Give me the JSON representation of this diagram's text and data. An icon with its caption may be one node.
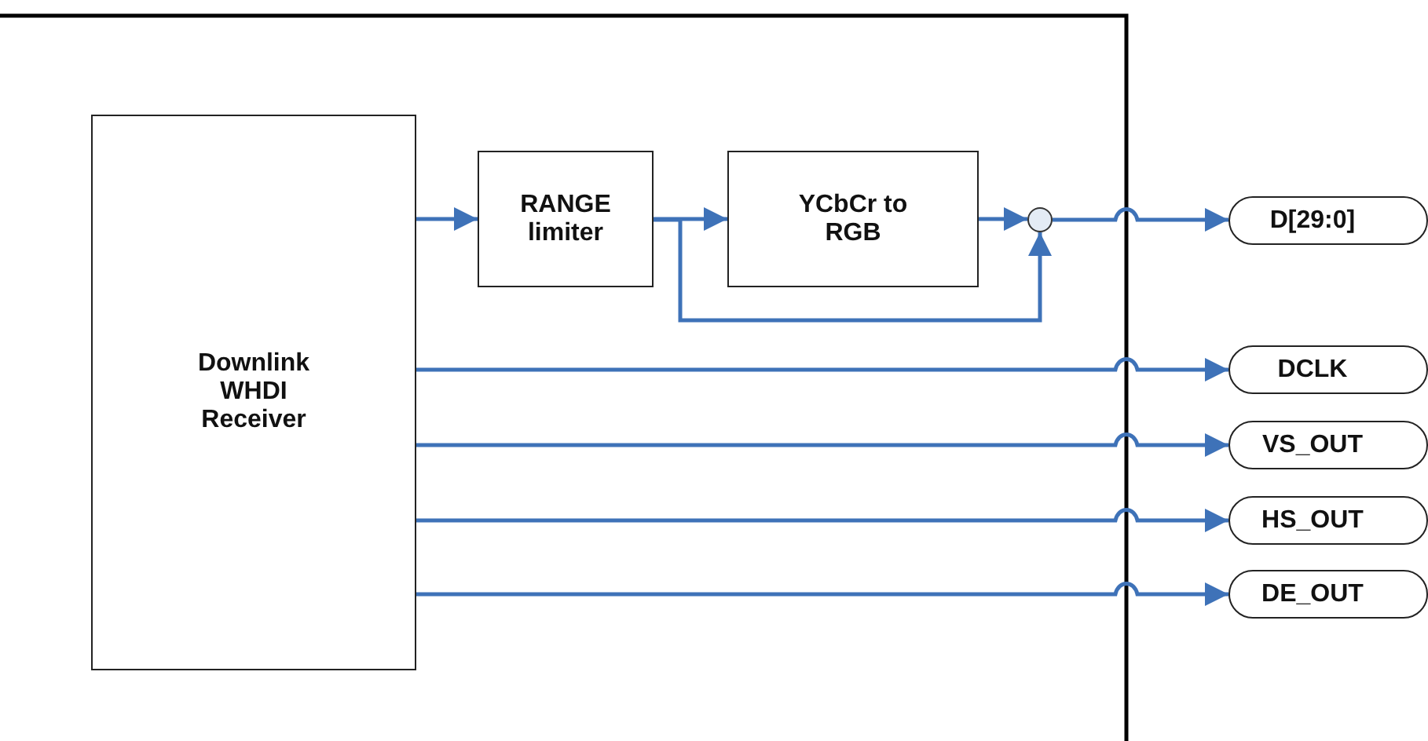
{
  "diagram": {
    "nodes": [
      {
        "text": [
          "Downlink WHDI Receiver"
        ]
      },
      {
        "text": [
          "RANGE limiter"
        ]
      },
      {
        "text": [
          "YCbCr to RGB"
        ]
      },
      {
        "text": [],
        "shape": "circle"
      },
      {
        "text": [
          "D[29:0]"
        ]
      },
      {
        "text": [
          "DCLK"
        ]
      },
      {
        "text": [
          "VS_OUT"
        ]
      },
      {
        "text": [
          "HS_OUT"
        ]
      },
      {
        "text": [
          "DE_OUT"
        ]
      }
    ],
    "edges": [
      {
        "from": 0,
        "to": 1,
        "arrow": "to"
      },
      {
        "from": 1,
        "to": 2,
        "arrow": "to"
      },
      {
        "from": 1,
        "to": 3,
        "arrow": "to"
      },
      {
        "from": 2,
        "to": 3,
        "arrow": "to"
      },
      {
        "from": 3,
        "to": 4,
        "arrow": "to"
      },
      {
        "from": 0,
        "to": 5,
        "arrow": "to"
      },
      {
        "from": 0,
        "to": 6,
        "arrow": "to"
      },
      {
        "from": 0,
        "to": 7,
        "arrow": "to"
      },
      {
        "from": 0,
        "to": 8,
        "arrow": "to"
      }
    ]
  }
}
